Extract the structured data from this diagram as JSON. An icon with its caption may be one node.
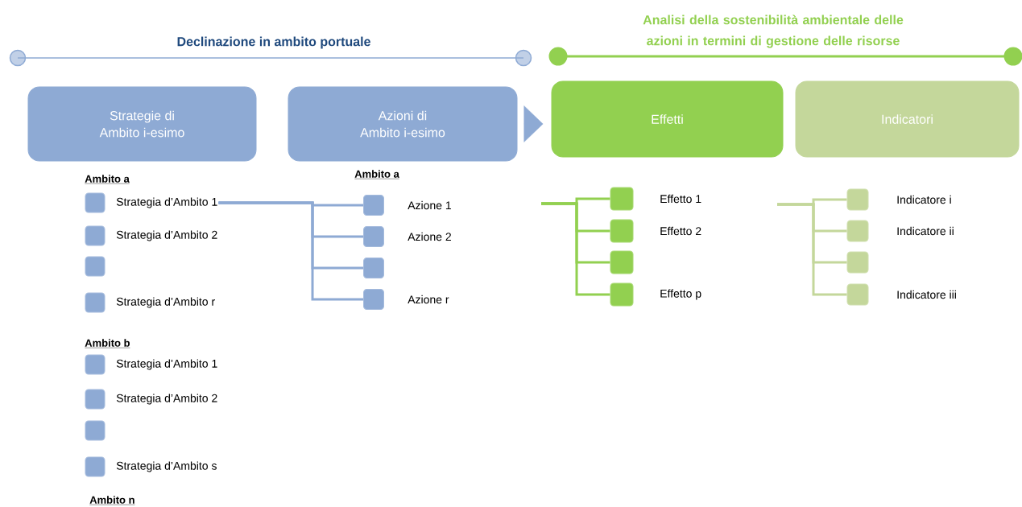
{
  "diagram": {
    "nodes": [
      {
        "text": [
          "Strategie di Ambito i-esimo"
        ]
      },
      {
        "text": [
          "Azioni di Ambito i-esimo"
        ]
      },
      {
        "text": [
          "Effetti"
        ]
      },
      {
        "text": [
          "Indicatori"
        ]
      },
      {
        "text": [],
        "shape": "box",
        "beside": [
          "Strategia d’Ambito 1"
        ]
      },
      {
        "text": [],
        "shape": "box",
        "beside": [
          "Strategia d’Ambito 2"
        ]
      },
      {
        "text": [],
        "shape": "box"
      },
      {
        "text": [],
        "shape": "box",
        "beside": [
          "Strategia d’Ambito r"
        ]
      },
      {
        "text": [],
        "shape": "box",
        "beside": [
          "Azione 1"
        ]
      },
      {
        "text": [],
        "shape": "box",
        "beside": [
          "Azione 2"
        ]
      },
      {
        "text": [],
        "shape": "box"
      },
      {
        "text": [],
        "shape": "box",
        "beside": [
          "Azione r"
        ]
      },
      {
        "text": [],
        "shape": "box",
        "beside": [
          "Effetto 1"
        ]
      },
      {
        "text": [],
        "shape": "box",
        "beside": [
          "Effetto 2"
        ]
      },
      {
        "text": [],
        "shape": "box"
      },
      {
        "text": [],
        "shape": "box",
        "beside": [
          "Effetto p"
        ]
      },
      {
        "text": [],
        "shape": "box",
        "beside": [
          "Indicatore i"
        ]
      },
      {
        "text": [],
        "shape": "box",
        "beside": [
          "Indicatore ii"
        ]
      },
      {
        "text": [],
        "shape": "box"
      },
      {
        "text": [],
        "shape": "box",
        "beside": [
          "Indicatore iii"
        ]
      },
      {
        "text": [],
        "shape": "box",
        "beside": [
          "Strategia d’Ambito 1"
        ]
      },
      {
        "text": [],
        "shape": "box",
        "beside": [
          "Strategia d’Ambito 2"
        ]
      },
      {
        "text": [],
        "shape": "box"
      },
      {
        "text": [],
        "shape": "box",
        "beside": [
          "Strategia d’Ambito s"
        ]
      }
    ],
    "edges": [
      {
        "from": 1,
        "to": 2,
        "arrow": "to"
      },
      {
        "from": 4,
        "to": 8,
        "arrow": "none"
      },
      {
        "from": 4,
        "to": 9,
        "arrow": "none"
      },
      {
        "from": 4,
        "to": 10,
        "arrow": "none"
      },
      {
        "from": 4,
        "to": 11,
        "arrow": "none"
      },
      {
        "from": null,
        "to": 12,
        "arrow": "none",
        "color": "#92d050"
      },
      {
        "from": null,
        "to": 13,
        "arrow": "none",
        "color": "#92d050"
      },
      {
        "from": null,
        "to": 14,
        "arrow": "none",
        "color": "#92d050"
      },
      {
        "from": null,
        "to": 15,
        "arrow": "none",
        "color": "#92d050"
      },
      {
        "from": null,
        "to": 16,
        "arrow": "none",
        "color": "#c4d79b"
      },
      {
        "from": null,
        "to": 17,
        "arrow": "none",
        "color": "#c4d79b"
      },
      {
        "from": null,
        "to": 18,
        "arrow": "none",
        "color": "#c4d79b"
      },
      {
        "from": null,
        "to": 19,
        "arrow": "none",
        "color": "#c4d79b"
      }
    ],
    "labels": [
      "Declinazione in ambito portuale",
      "Analisi della sostenibilità ambientale delle azioni  in termini di gestione delle risorse",
      "Ambito a",
      "Ambito a",
      "Ambito b",
      "Ambito n"
    ]
  }
}
